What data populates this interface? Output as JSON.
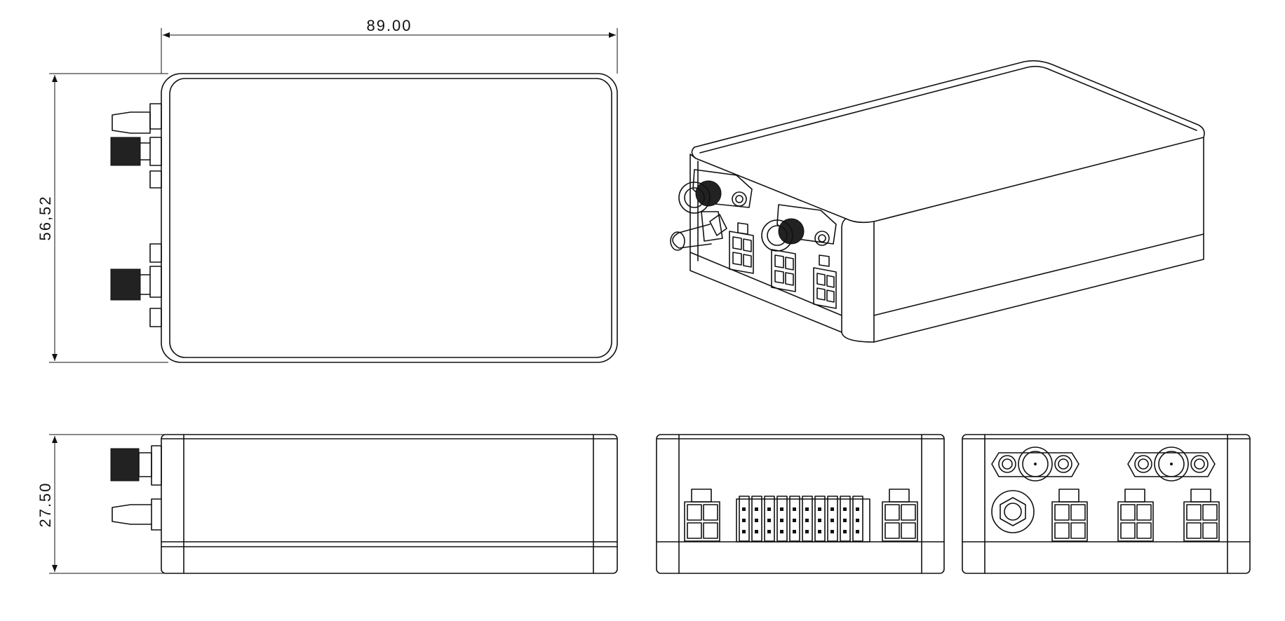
{
  "dimensions": {
    "length": "89.00",
    "width": "56,52",
    "height": "27.50"
  },
  "colors": {
    "line": "#111111",
    "background": "#ffffff"
  }
}
